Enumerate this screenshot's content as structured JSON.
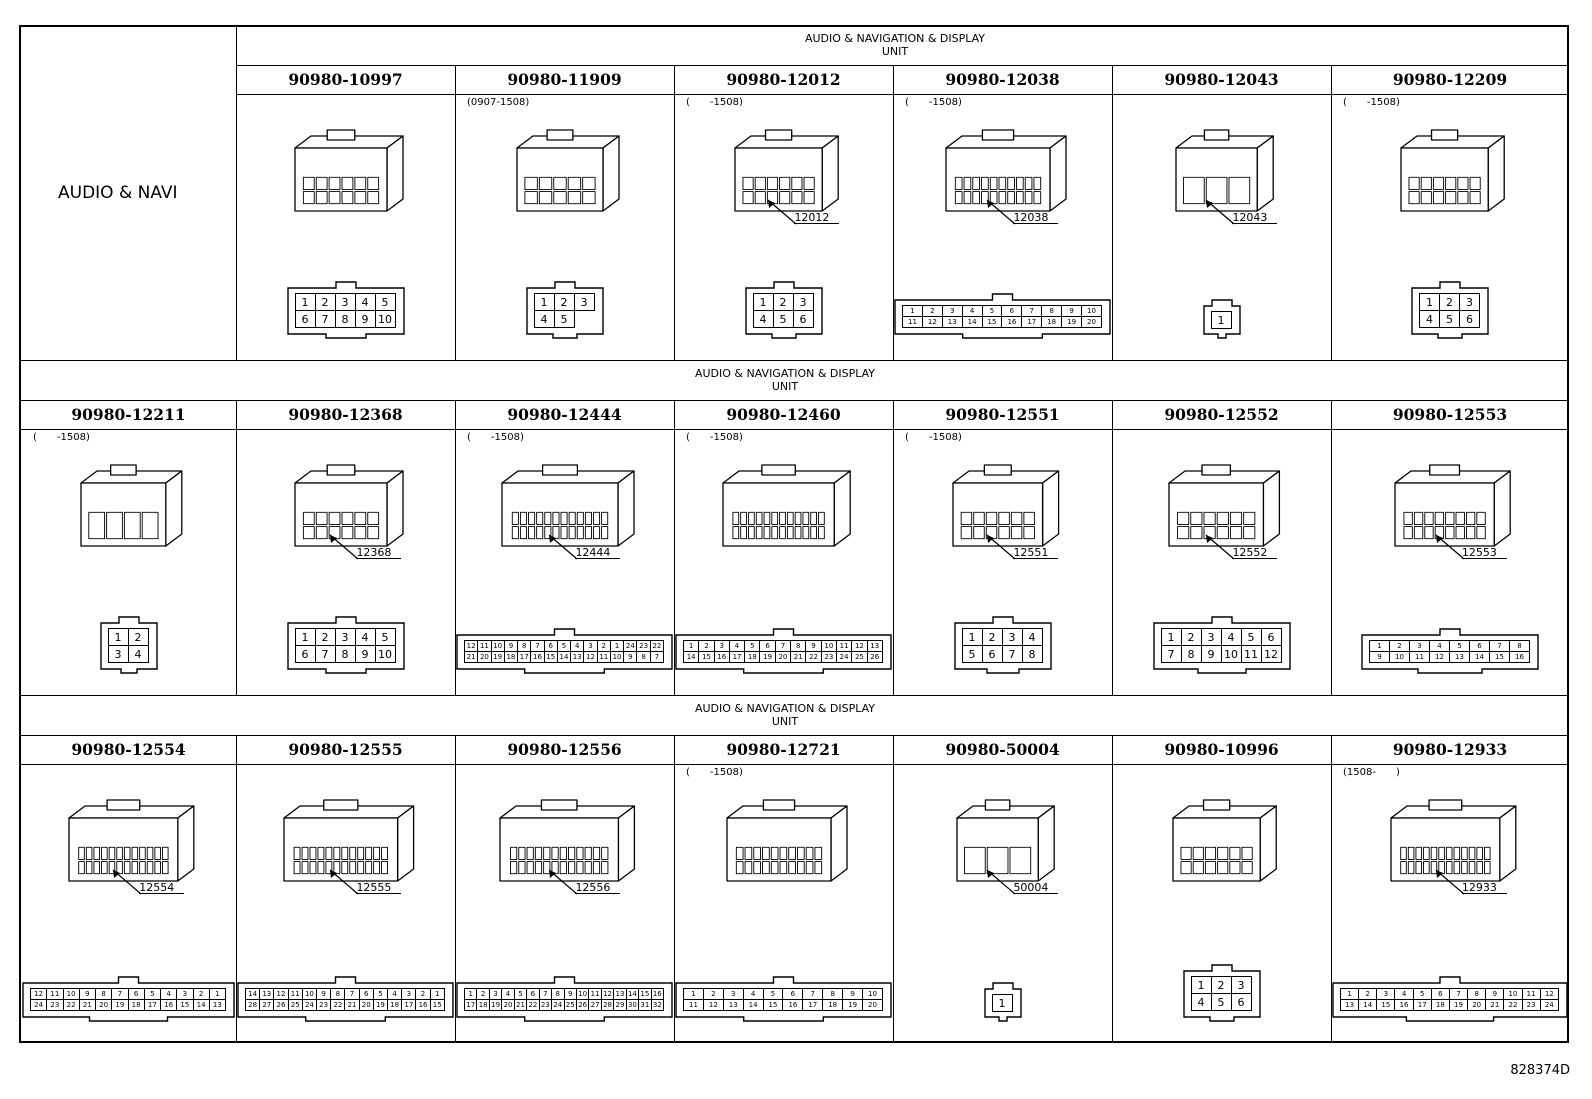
{
  "sheet": {
    "diagram_id": "828374D"
  },
  "header_group_line1": "AUDIO & NAVIGATION & DISPLAY",
  "header_group_line2": "UNIT",
  "row_label": "AUDIO & NAVI",
  "rows": [
    {
      "cells": [
        {
          "part": "90980-10997",
          "range": "",
          "callout": "",
          "pins": [
            "1",
            "2",
            "3",
            "4",
            "5",
            "6",
            "7",
            "8",
            "9",
            "10"
          ]
        },
        {
          "part": "90980-11909",
          "range": "(0907-1508)",
          "callout": "",
          "pins": [
            "1",
            "2",
            "3",
            "4",
            "5"
          ]
        },
        {
          "part": "90980-12012",
          "range": "(　　-1508)",
          "callout": "12012",
          "pins": [
            "1",
            "2",
            "3",
            "4",
            "5",
            "6"
          ]
        },
        {
          "part": "90980-12038",
          "range": "(　　-1508)",
          "callout": "12038",
          "pins": [
            "1",
            "2",
            "3",
            "4",
            "5",
            "6",
            "7",
            "8",
            "9",
            "10",
            "11",
            "12",
            "13",
            "14",
            "15",
            "16",
            "17",
            "18",
            "19",
            "20"
          ]
        },
        {
          "part": "90980-12043",
          "range": "",
          "callout": "12043",
          "pins": [
            "1"
          ]
        },
        {
          "part": "90980-12209",
          "range": "(　　-1508)",
          "callout": "",
          "pins": [
            "1",
            "2",
            "3",
            "4",
            "5",
            "6"
          ]
        }
      ]
    },
    {
      "cells": [
        {
          "part": "90980-12211",
          "range": "(　　-1508)",
          "callout": "",
          "pins": [
            "1",
            "2",
            "3",
            "4"
          ]
        },
        {
          "part": "90980-12368",
          "range": "",
          "callout": "12368",
          "pins": [
            "1",
            "2",
            "3",
            "4",
            "5",
            "6",
            "7",
            "8",
            "9",
            "10"
          ]
        },
        {
          "part": "90980-12444",
          "range": "(　　-1508)",
          "callout": "12444",
          "pins": [
            "12",
            "11",
            "10",
            "9",
            "8",
            "7",
            "6",
            "5",
            "4",
            "3",
            "2",
            "1",
            "24",
            "23",
            "22",
            "21",
            "20",
            "19",
            "18",
            "17",
            "16",
            "15",
            "14",
            "13",
            "12",
            "11",
            "10",
            "9",
            "8",
            "7"
          ]
        },
        {
          "part": "90980-12460",
          "range": "(　　-1508)",
          "callout": "",
          "pins": [
            "1",
            "2",
            "3",
            "4",
            "5",
            "6",
            "7",
            "8",
            "9",
            "10",
            "11",
            "12",
            "13",
            "14",
            "15",
            "16",
            "17",
            "18",
            "19",
            "20",
            "21",
            "22",
            "23",
            "24",
            "25",
            "26"
          ]
        },
        {
          "part": "90980-12551",
          "range": "(　　-1508)",
          "callout": "12551",
          "pins": [
            "1",
            "2",
            "3",
            "4",
            "5",
            "6",
            "7",
            "8"
          ]
        },
        {
          "part": "90980-12552",
          "range": "",
          "callout": "12552",
          "pins": [
            "1",
            "2",
            "3",
            "4",
            "5",
            "6",
            "7",
            "8",
            "9",
            "10",
            "11",
            "12"
          ]
        },
        {
          "part": "90980-12553",
          "range": "",
          "callout": "12553",
          "pins": [
            "1",
            "2",
            "3",
            "4",
            "5",
            "6",
            "7",
            "8",
            "9",
            "10",
            "11",
            "12",
            "13",
            "14",
            "15",
            "16"
          ]
        }
      ]
    },
    {
      "cells": [
        {
          "part": "90980-12554",
          "range": "",
          "callout": "12554",
          "pins": [
            "12",
            "11",
            "10",
            "9",
            "8",
            "7",
            "6",
            "5",
            "4",
            "3",
            "2",
            "1",
            "24",
            "23",
            "22",
            "21",
            "20",
            "19",
            "18",
            "17",
            "16",
            "15",
            "14",
            "13"
          ]
        },
        {
          "part": "90980-12555",
          "range": "",
          "callout": "12555",
          "pins": [
            "14",
            "13",
            "12",
            "11",
            "10",
            "9",
            "8",
            "7",
            "6",
            "5",
            "4",
            "3",
            "2",
            "1",
            "28",
            "27",
            "26",
            "25",
            "24",
            "23",
            "22",
            "21",
            "20",
            "19",
            "18",
            "17",
            "16",
            "15"
          ]
        },
        {
          "part": "90980-12556",
          "range": "",
          "callout": "12556",
          "pins": [
            "1",
            "2",
            "3",
            "4",
            "5",
            "6",
            "7",
            "8",
            "9",
            "10",
            "11",
            "12",
            "13",
            "14",
            "15",
            "16",
            "17",
            "18",
            "19",
            "20",
            "21",
            "22",
            "23",
            "24",
            "25",
            "26",
            "27",
            "28",
            "29",
            "30",
            "31",
            "32"
          ]
        },
        {
          "part": "90980-12721",
          "range": "(　　-1508)",
          "callout": "",
          "pins": [
            "1",
            "2",
            "3",
            "4",
            "5",
            "6",
            "7",
            "8",
            "9",
            "10",
            "11",
            "12",
            "13",
            "14",
            "15",
            "16",
            "17",
            "18",
            "19",
            "20"
          ]
        },
        {
          "part": "90980-50004",
          "range": "",
          "callout": "50004",
          "pins": [
            "1"
          ]
        },
        {
          "part": "90980-10996",
          "range": "",
          "callout": "",
          "pins": [
            "1",
            "2",
            "3",
            "4",
            "5",
            "6"
          ]
        },
        {
          "part": "90980-12933",
          "range": "(1508-　　)",
          "callout": "12933",
          "pins": [
            "1",
            "2",
            "3",
            "4",
            "5",
            "6",
            "7",
            "8",
            "9",
            "10",
            "11",
            "12",
            "13",
            "14",
            "15",
            "16",
            "17",
            "18",
            "19",
            "20",
            "21",
            "22",
            "23",
            "24"
          ]
        }
      ]
    }
  ]
}
